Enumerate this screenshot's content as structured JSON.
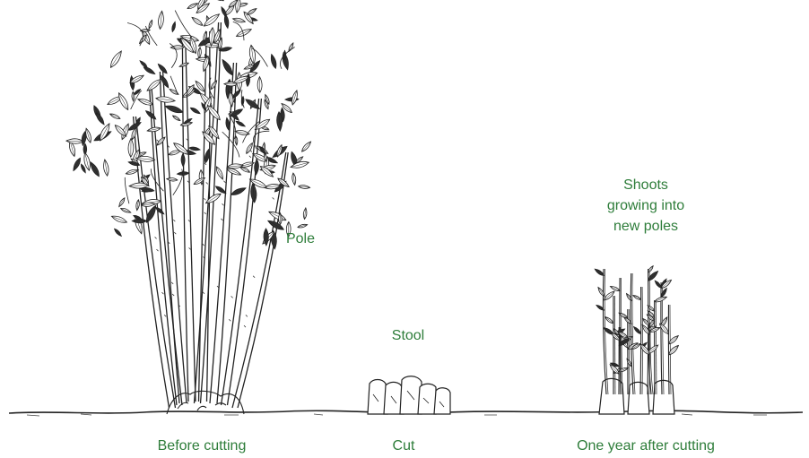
{
  "colors": {
    "label": "#2e7d3a",
    "ink": "#222222"
  },
  "labels": {
    "pole": "Pole",
    "stool": "Stool",
    "shoots_line1": "Shoots",
    "shoots_line2": "growing into",
    "shoots_line3": "new poles"
  },
  "captions": {
    "before": "Before cutting",
    "cut": "Cut",
    "after": "One year after cutting"
  },
  "icons": {
    "tree": "coppice-tree-icon",
    "stool": "stool-stumps-icon",
    "shoots": "regrowth-shoots-icon"
  }
}
